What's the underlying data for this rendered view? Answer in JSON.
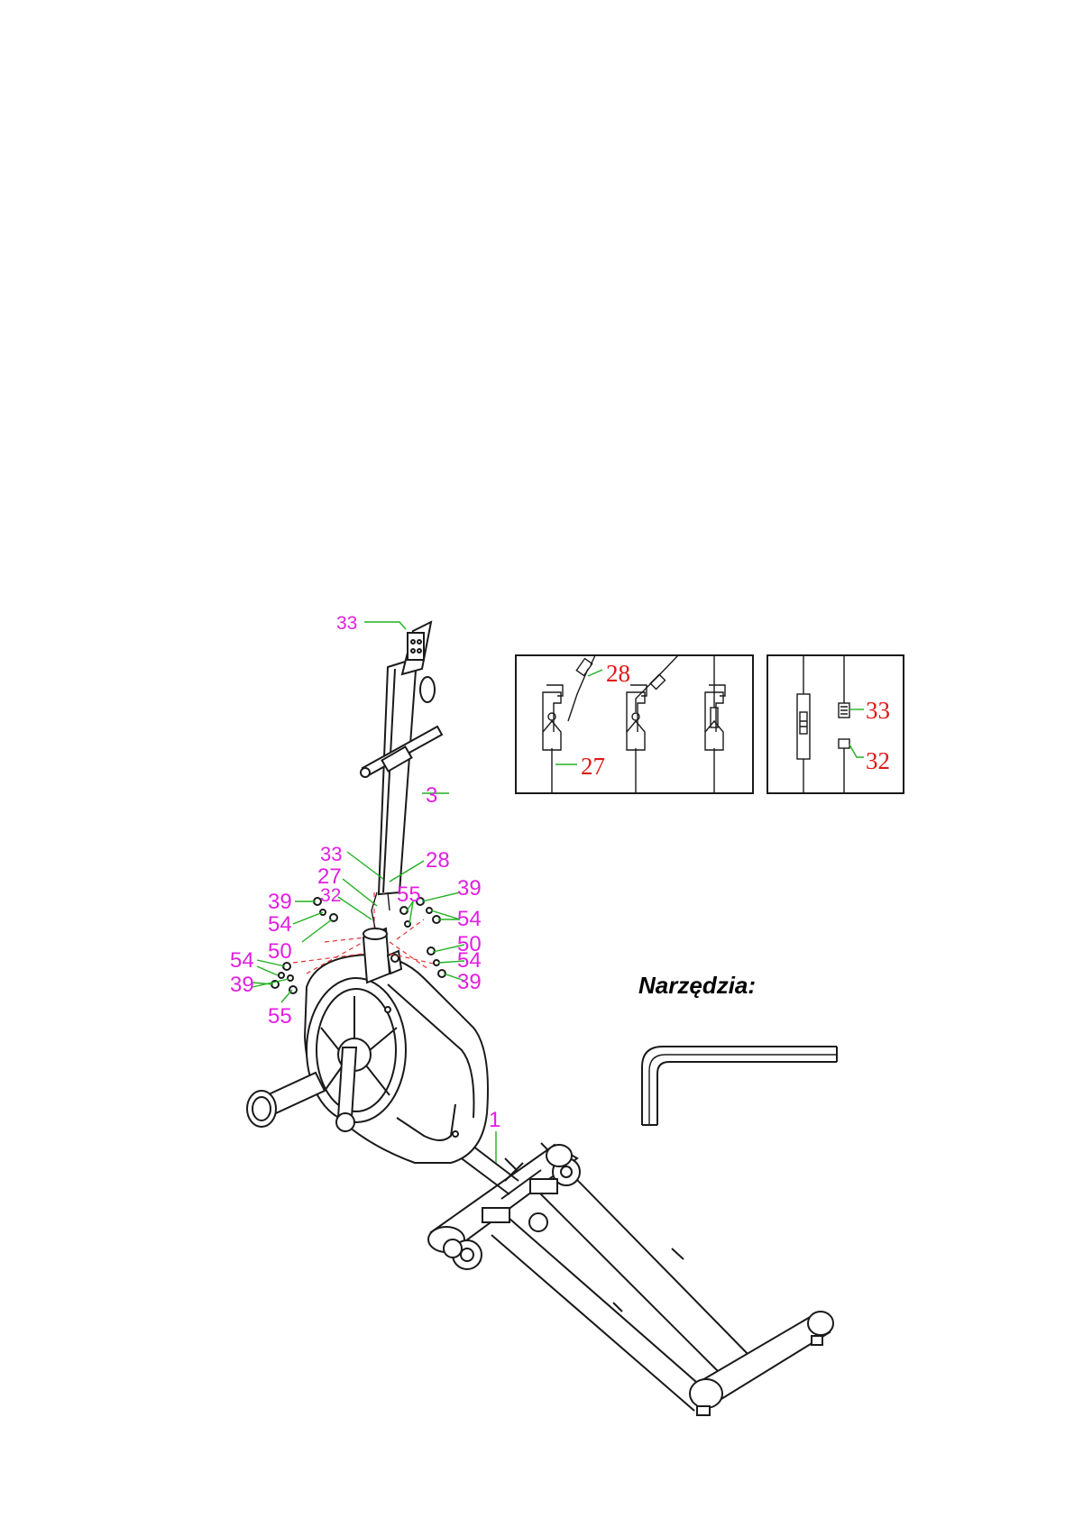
{
  "colors": {
    "label_magenta": "#e020e0",
    "label_red": "#e01818",
    "leader_green": "#20b020",
    "line": "#1a1a1a"
  },
  "tools": {
    "title": "Narzędzia:",
    "item": "allen-key-icon"
  },
  "main_labels": {
    "l33_top": "33",
    "l3": "3",
    "l33": "33",
    "l28": "28",
    "l27": "27",
    "l32": "32",
    "l39_l1": "39",
    "l54_l1": "54",
    "l50_l": "50",
    "l54_l2": "54",
    "l39_l2": "39",
    "l55_l": "55",
    "l55_r": "55",
    "l39_r1": "39",
    "l54_r1": "54",
    "l50_r": "50",
    "l54_r2": "54",
    "l39_r2": "39",
    "l1": "1"
  },
  "detail1_labels": {
    "l28": "28",
    "l27": "27"
  },
  "detail2_labels": {
    "l33": "33",
    "l32": "32"
  }
}
